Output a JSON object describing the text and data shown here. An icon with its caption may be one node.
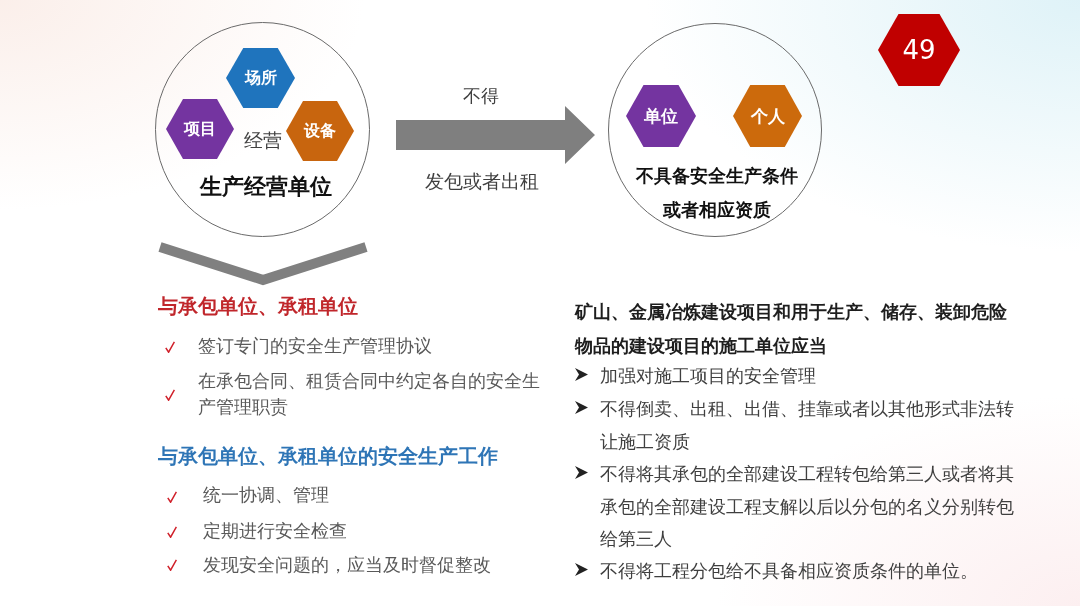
{
  "diagram": {
    "nodes": [
      {
        "text": [
          "经营",
          "生产经营单位"
        ]
      },
      {
        "text": [
          "场所"
        ],
        "in": 0
      },
      {
        "text": [
          "项目"
        ],
        "in": 0
      },
      {
        "text": [
          "设备"
        ],
        "in": 0
      },
      {
        "text": [
          "不具备安全生产条件或者相应资质"
        ]
      },
      {
        "text": [
          "单位"
        ],
        "in": 4
      },
      {
        "text": [
          "个人"
        ],
        "in": 4
      },
      {
        "text": [
          "49"
        ]
      }
    ],
    "edges": [
      {
        "from": 0,
        "to": 4,
        "arrow": "to",
        "label": "不得",
        "style": "thick"
      }
    ],
    "labels": [
      "发包或者出租",
      "与承包单位、承租单位",
      "签订专门的安全生产管理协议",
      "在承包合同、租赁合同中约定各自的安全生产管理职责",
      "与承包单位、承租单位的安全生产工作",
      "统一协调、管理",
      "定期进行安全检查",
      "发现安全问题的，应当及时督促整改",
      "矿山、金属冶炼建设项目和用于生产、储存、装卸危险物品的建设项目的施工单位应当",
      "加强对施工项目的安全管理",
      "不得倒卖、出租、出借、挂靠或者以其他形式非法转让施工资质",
      "不得将其承包的全部建设工程转包给第三人或者将其承包的全部建设工程支解以后以分包的名义分别转包给第三人",
      "不得将工程分包给不具备相应资质条件的单位。"
    ]
  }
}
